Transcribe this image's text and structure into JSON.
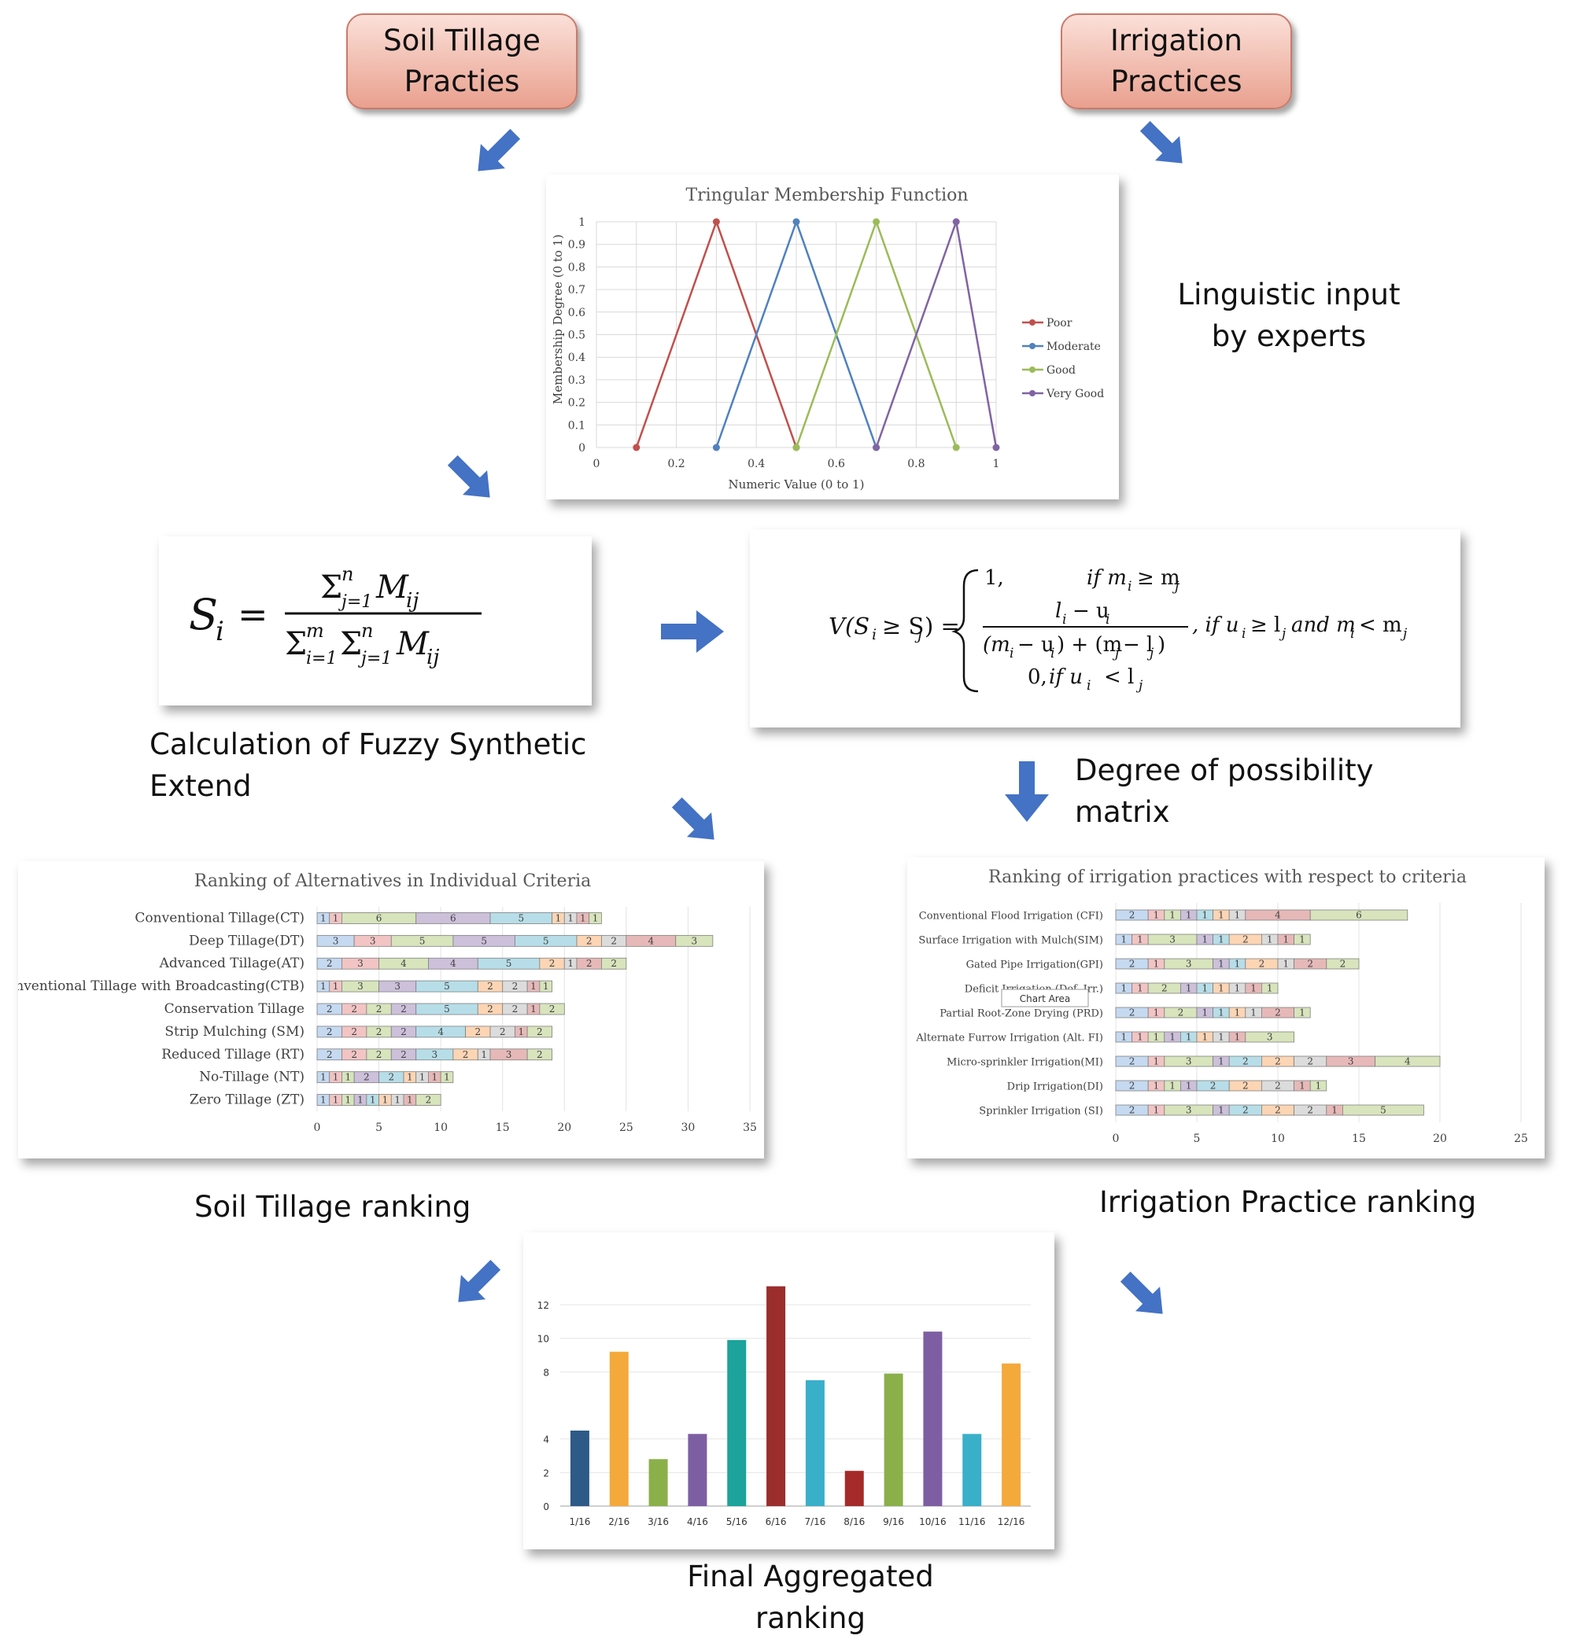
{
  "inputs": {
    "soil_tillage": "Soil Tillage Practies",
    "irrigation": "Irrigation Practices"
  },
  "labels": {
    "linguistic_input": "Linguistic input by experts",
    "fuzzy_extent": "Calculation of Fuzzy Synthetic Extend",
    "possibility_matrix": "Degree of possibility matrix",
    "soil_ranking": "Soil Tillage ranking",
    "irrigation_ranking": "Irrigation Practice ranking",
    "final_ranking": "Final Aggregated ranking"
  },
  "formulas": {
    "synthetic_extent": "S_i = Σ_{j=1}^{n} M_ij / Σ_{i=1}^{m} Σ_{j=1}^{n} M_ij",
    "possibility": "V(S_i ≥ S_j) = { 1, if m_i ≥ m_j ; (l_i − u_i)/((m_i − u_i) + (m_j − l_j)), if u_i ≥ l_j and m_i < m_j ; 0, if u_i < l_j }"
  },
  "colors": {
    "arrow": "#4472c4",
    "poor": "#c0504d",
    "moderate": "#4f81bd",
    "good": "#9bbb59",
    "very_good": "#8064a2"
  },
  "chart_data": [
    {
      "type": "line",
      "title": "Tringular Membership Function",
      "xlabel": "Numeric Value (0 to 1)",
      "ylabel": "Membership Degree (0 to 1)",
      "xlim": [
        0,
        1
      ],
      "ylim": [
        0,
        1
      ],
      "x_ticks": [
        "0",
        "0.2",
        "0.4",
        "0.6",
        "0.8",
        "1"
      ],
      "y_ticks": [
        "0",
        "0.1",
        "0.2",
        "0.3",
        "0.4",
        "0.5",
        "0.6",
        "0.7",
        "0.8",
        "0.9",
        "1"
      ],
      "legend_position": "right",
      "series": [
        {
          "name": "Poor",
          "color": "#c0504d",
          "points": [
            [
              0.1,
              0
            ],
            [
              0.3,
              1
            ],
            [
              0.5,
              0
            ]
          ]
        },
        {
          "name": "Moderate",
          "color": "#4f81bd",
          "points": [
            [
              0.3,
              0
            ],
            [
              0.5,
              1
            ],
            [
              0.7,
              0
            ]
          ]
        },
        {
          "name": "Good",
          "color": "#9bbb59",
          "points": [
            [
              0.5,
              0
            ],
            [
              0.7,
              1
            ],
            [
              0.9,
              0
            ]
          ]
        },
        {
          "name": "Very Good",
          "color": "#8064a2",
          "points": [
            [
              0.7,
              0
            ],
            [
              0.9,
              1
            ],
            [
              1.0,
              0
            ]
          ]
        }
      ]
    },
    {
      "type": "bar",
      "orientation": "horizontal",
      "stacked": true,
      "title": "Ranking of Alternatives in Individual  Criteria",
      "xlim": [
        0,
        35
      ],
      "x_ticks": [
        "0",
        "5",
        "10",
        "15",
        "20",
        "25",
        "30",
        "35"
      ],
      "segment_colors": [
        "#c5d9f1",
        "#f2c4c4",
        "#d7e4bc",
        "#ccc0da",
        "#b7dee8",
        "#fcd5b4",
        "#dcdcdc",
        "#e6b9b8",
        "#d8e4bc"
      ],
      "categories": [
        "Conventional Tillage(CT)",
        "Deep Tillage(DT)",
        "Advanced Tillage(AT)",
        "Conventional Tillage with Broadcasting(CTB)",
        "Conservation Tillage",
        "Strip Mulching (SM)",
        "Reduced Tillage (RT)",
        "No-Tillage (NT)",
        "Zero Tillage (ZT)"
      ],
      "stacks": [
        [
          1,
          1,
          6,
          6,
          5,
          1,
          1,
          1,
          1
        ],
        [
          3,
          3,
          5,
          5,
          5,
          2,
          2,
          4,
          3
        ],
        [
          2,
          3,
          4,
          4,
          5,
          2,
          1,
          2,
          2
        ],
        [
          1,
          1,
          3,
          3,
          5,
          2,
          2,
          1,
          1
        ],
        [
          2,
          2,
          2,
          2,
          5,
          2,
          2,
          1,
          2
        ],
        [
          2,
          2,
          2,
          2,
          4,
          2,
          2,
          1,
          2
        ],
        [
          2,
          2,
          2,
          2,
          3,
          2,
          1,
          3,
          2
        ],
        [
          1,
          1,
          1,
          2,
          2,
          1,
          1,
          1,
          1
        ],
        [
          1,
          1,
          1,
          1,
          1,
          1,
          1,
          1,
          2
        ]
      ]
    },
    {
      "type": "bar",
      "orientation": "horizontal",
      "stacked": true,
      "title": "Ranking of irrigation practices with respect to criteria",
      "xlim": [
        0,
        25
      ],
      "x_ticks": [
        "0",
        "5",
        "10",
        "15",
        "20",
        "25"
      ],
      "tooltip": "Chart Area",
      "segment_colors": [
        "#c5d9f1",
        "#f2c4c4",
        "#d7e4bc",
        "#ccc0da",
        "#b7dee8",
        "#fcd5b4",
        "#dcdcdc",
        "#e6b9b8",
        "#d8e4bc"
      ],
      "categories": [
        "Conventional Flood Irrigation (CFI)",
        "Surface Irrigation with Mulch(SIM)",
        "Gated Pipe Irrigation(GPI)",
        "Deficit Irrigation (Def. Irr.)",
        "Partial Root-Zone Drying (PRD)",
        "Alternate Furrow Irrigation (Alt. FI)",
        "Micro-sprinkler Irrigation(MI)",
        "Drip Irrigation(DI)",
        "Sprinkler Irrigation (SI)"
      ],
      "stacks": [
        [
          2,
          1,
          1,
          1,
          1,
          1,
          1,
          4,
          6
        ],
        [
          1,
          1,
          3,
          1,
          1,
          2,
          1,
          1,
          1
        ],
        [
          2,
          1,
          3,
          1,
          1,
          2,
          1,
          2,
          2
        ],
        [
          1,
          1,
          2,
          1,
          1,
          1,
          1,
          1,
          1
        ],
        [
          2,
          1,
          2,
          1,
          1,
          1,
          1,
          2,
          1
        ],
        [
          1,
          1,
          1,
          1,
          1,
          1,
          1,
          1,
          3
        ],
        [
          2,
          1,
          3,
          1,
          2,
          2,
          2,
          3,
          4
        ],
        [
          2,
          1,
          1,
          1,
          2,
          2,
          2,
          1,
          1
        ],
        [
          2,
          1,
          3,
          1,
          2,
          2,
          2,
          1,
          5
        ]
      ]
    },
    {
      "type": "bar",
      "categories": [
        "1/16",
        "2/16",
        "3/16",
        "4/16",
        "5/16",
        "6/16",
        "7/16",
        "8/16",
        "9/16",
        "10/16",
        "11/16",
        "12/16"
      ],
      "values": [
        4.5,
        9.2,
        2.8,
        4.3,
        9.9,
        13.1,
        7.5,
        2.1,
        7.9,
        10.4,
        4.3,
        8.5
      ],
      "colors": [
        "#2e5a88",
        "#f4a93b",
        "#8bb04a",
        "#7e5ea3",
        "#1ba39c",
        "#9b2d2d",
        "#3aafc9",
        "#a52a2a",
        "#8bb04a",
        "#7e5ea3",
        "#3aafc9",
        "#f4a93b"
      ],
      "y_ticks": [
        "0",
        "2",
        "4",
        "8",
        "10",
        "12"
      ],
      "ylim": [
        0,
        13.5
      ]
    }
  ]
}
